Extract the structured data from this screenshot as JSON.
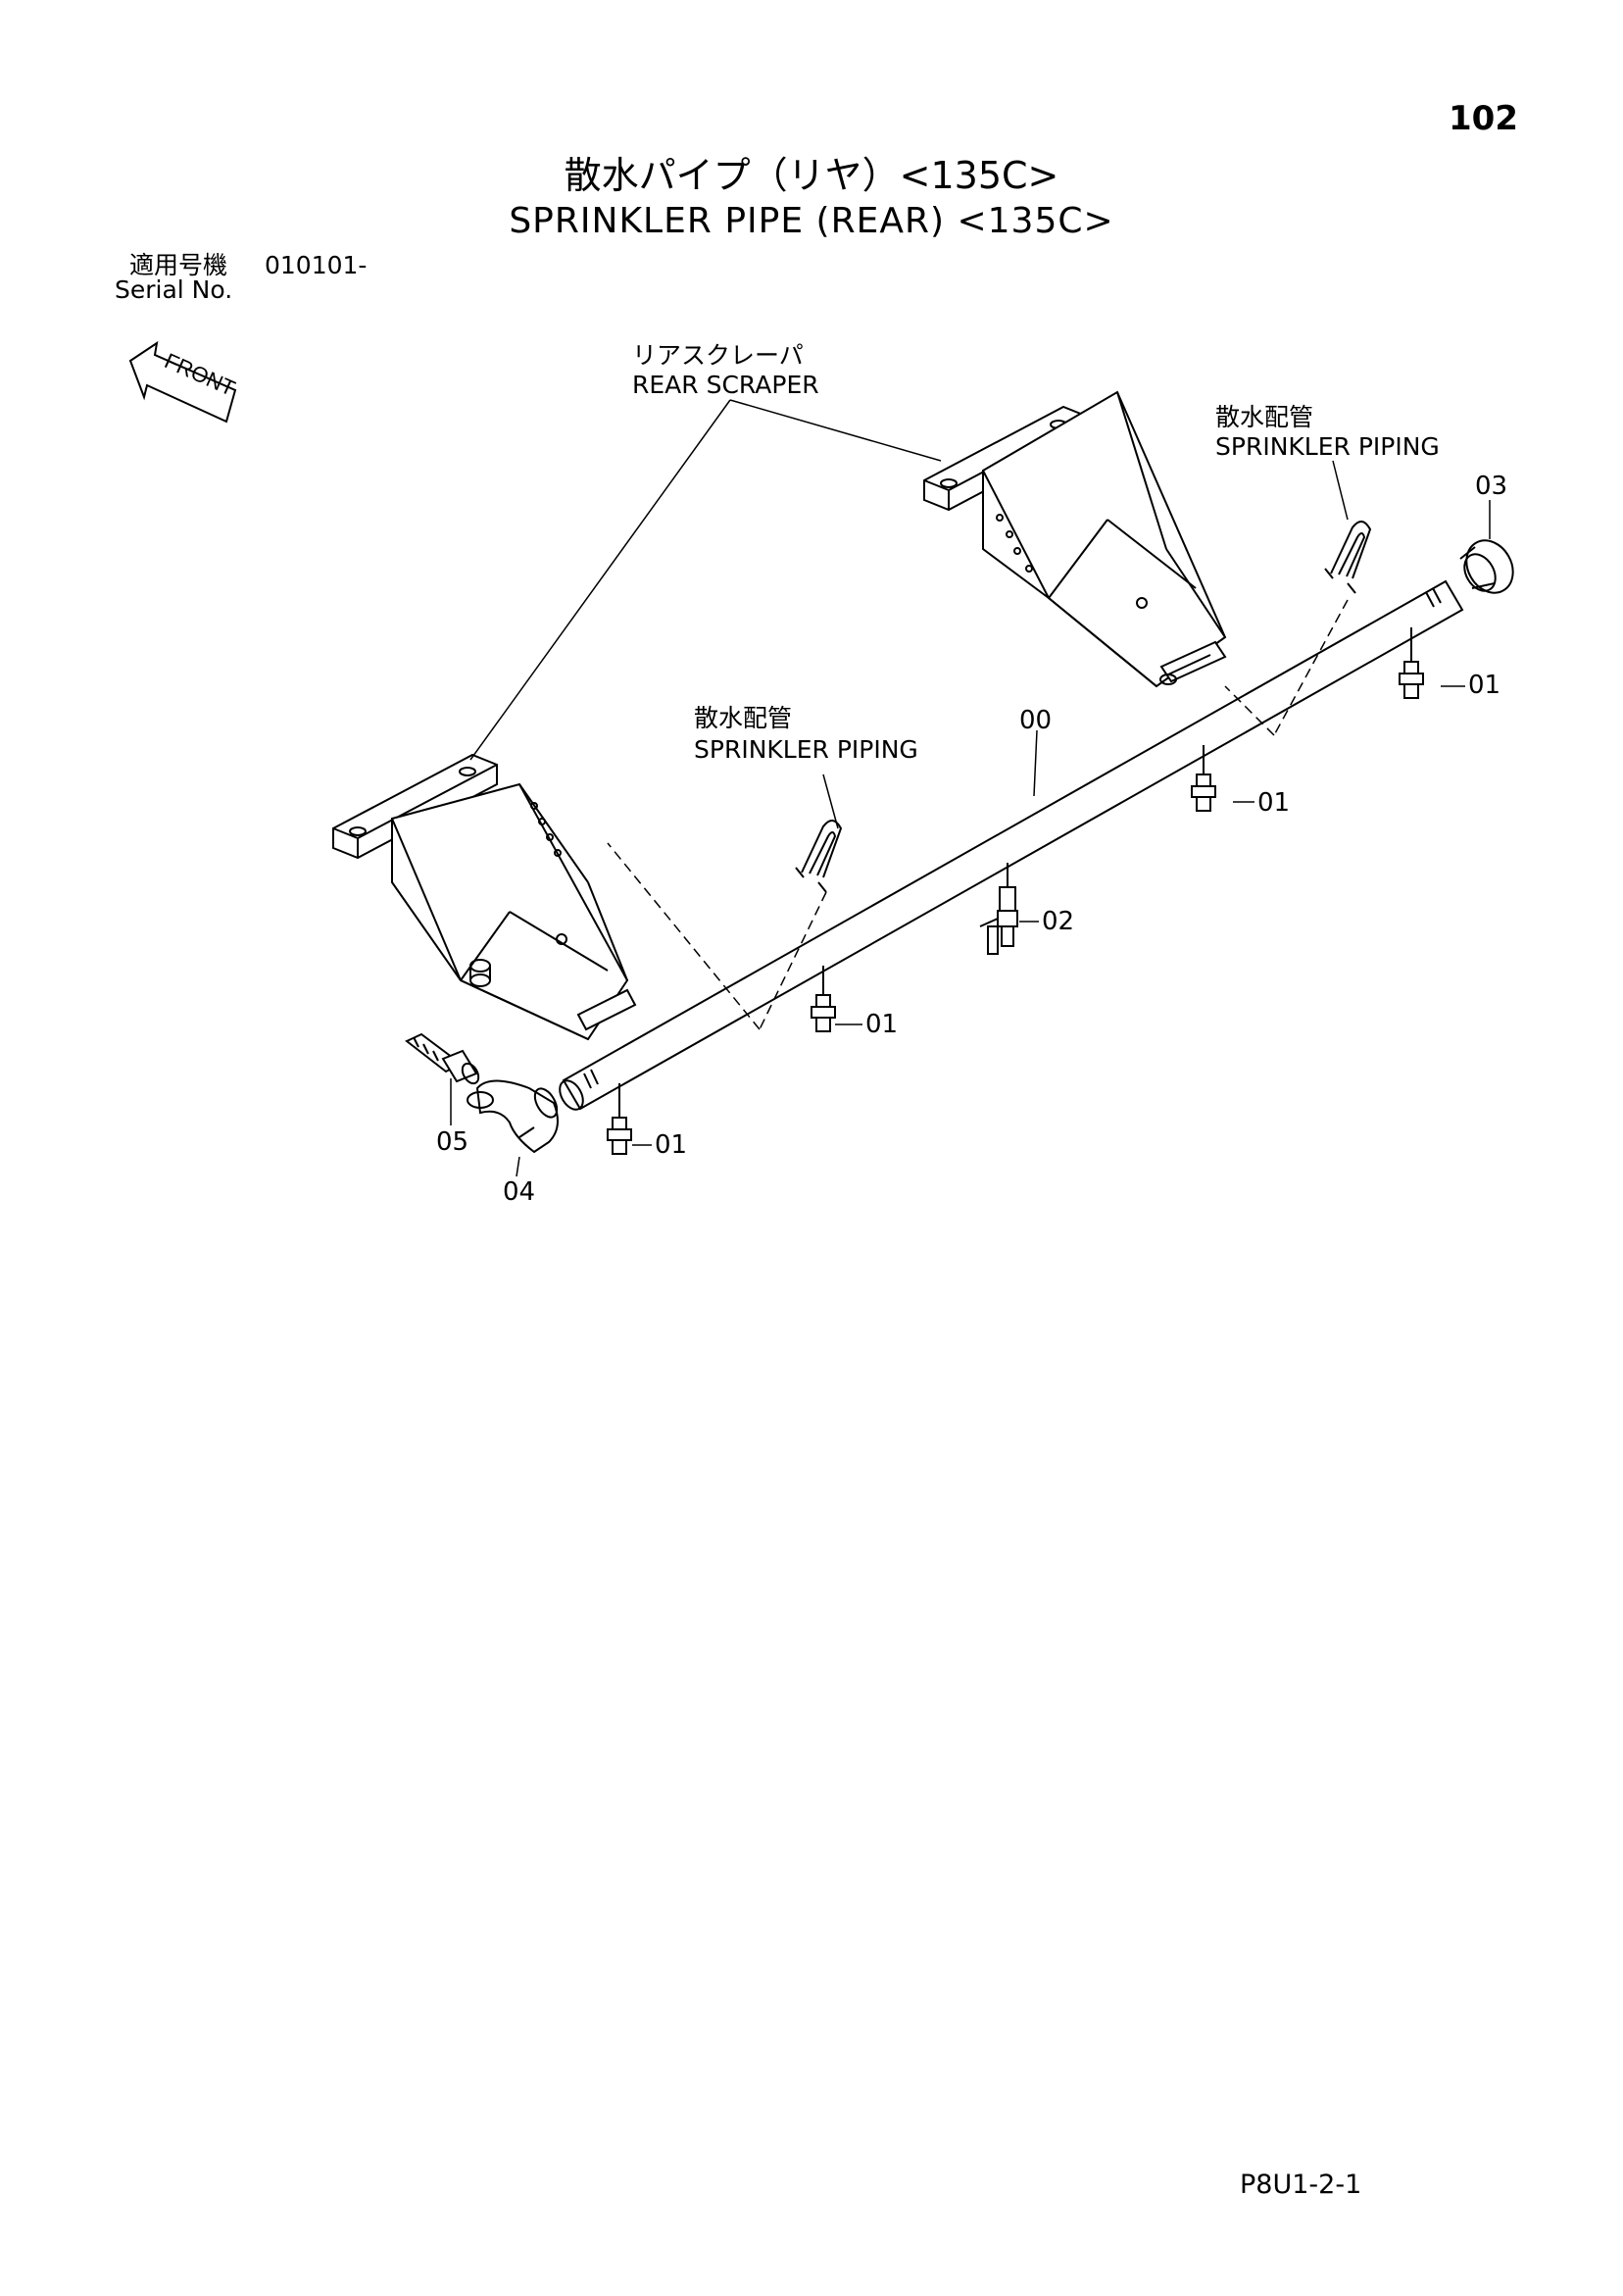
{
  "page_number": "102",
  "title_jp": "散水パイプ（リヤ）<135C>",
  "title_en": "SPRINKLER PIPE (REAR) <135C>",
  "serial": {
    "label_jp": "適用号機",
    "number": "010101-",
    "label_en": "Serial No."
  },
  "front_label": "FRONT",
  "callouts": {
    "rear_scraper_jp": "リアスクレーパ",
    "rear_scraper_en": "REAR SCRAPER",
    "sprinkler_piping_right_jp": "散水配管",
    "sprinkler_piping_right_en": "SPRINKLER PIPING",
    "sprinkler_piping_left_jp": "散水配管",
    "sprinkler_piping_left_en": "SPRINKLER PIPING"
  },
  "parts": [
    "00",
    "01",
    "02",
    "03",
    "04",
    "05"
  ],
  "footer_code": "P8U1-2-1"
}
